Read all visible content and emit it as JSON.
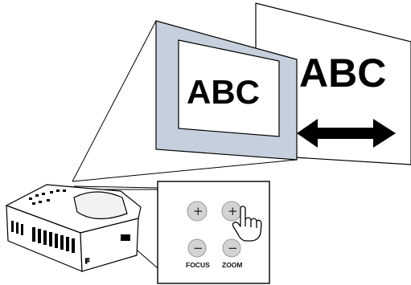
{
  "screen_text": {
    "near": "ABC",
    "far": "ABC"
  },
  "panel": {
    "focus_label": "FOCUS",
    "zoom_label": "ZOOM",
    "plus_symbol": "+",
    "minus_symbol": "−"
  },
  "projector": {
    "model_mark": "F"
  },
  "colors": {
    "frame": "#c5d0dc",
    "button": "#d3d3d3",
    "outline": "#000000"
  },
  "icons": [
    "hand-pointer-icon",
    "double-arrow-icon",
    "projector-illustration"
  ]
}
